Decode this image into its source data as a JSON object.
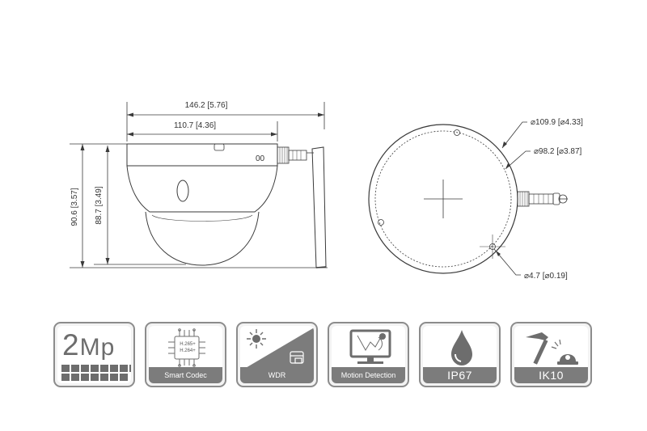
{
  "dimensions": {
    "side_width_total": "146.2 [5.76]",
    "side_width_body": "110.7 [4.36]",
    "side_height_total": "90.6 [3.57]",
    "side_height_body": "88.7 [3.49]",
    "top_outer_diameter": "⌀109.9 [⌀4.33]",
    "top_mount_diameter": "⌀98.2 [⌀3.87]",
    "top_hole_diameter": "⌀4.7 [⌀0.19]"
  },
  "features": [
    {
      "id": "resolution",
      "label": "2Mp",
      "icon": "megapixel-icon"
    },
    {
      "id": "smart-codec",
      "label": "Smart  Codec",
      "chip_line1": "H.265+",
      "chip_line2": "H.264+",
      "icon": "chip-icon"
    },
    {
      "id": "wdr",
      "label": "WDR",
      "icon": "sun-icon"
    },
    {
      "id": "motion-detection",
      "label": "Motion Detection",
      "icon": "monitor-icon"
    },
    {
      "id": "ip67",
      "label": "IP67",
      "icon": "water-drop-icon"
    },
    {
      "id": "ik10",
      "label": "IK10",
      "icon": "hammer-icon"
    }
  ],
  "colors": {
    "line": "#3a3a3a",
    "badge_border": "#8c8c8c",
    "badge_label_bg": "#7c7c7c",
    "icon_grey": "#6d6d6d"
  }
}
